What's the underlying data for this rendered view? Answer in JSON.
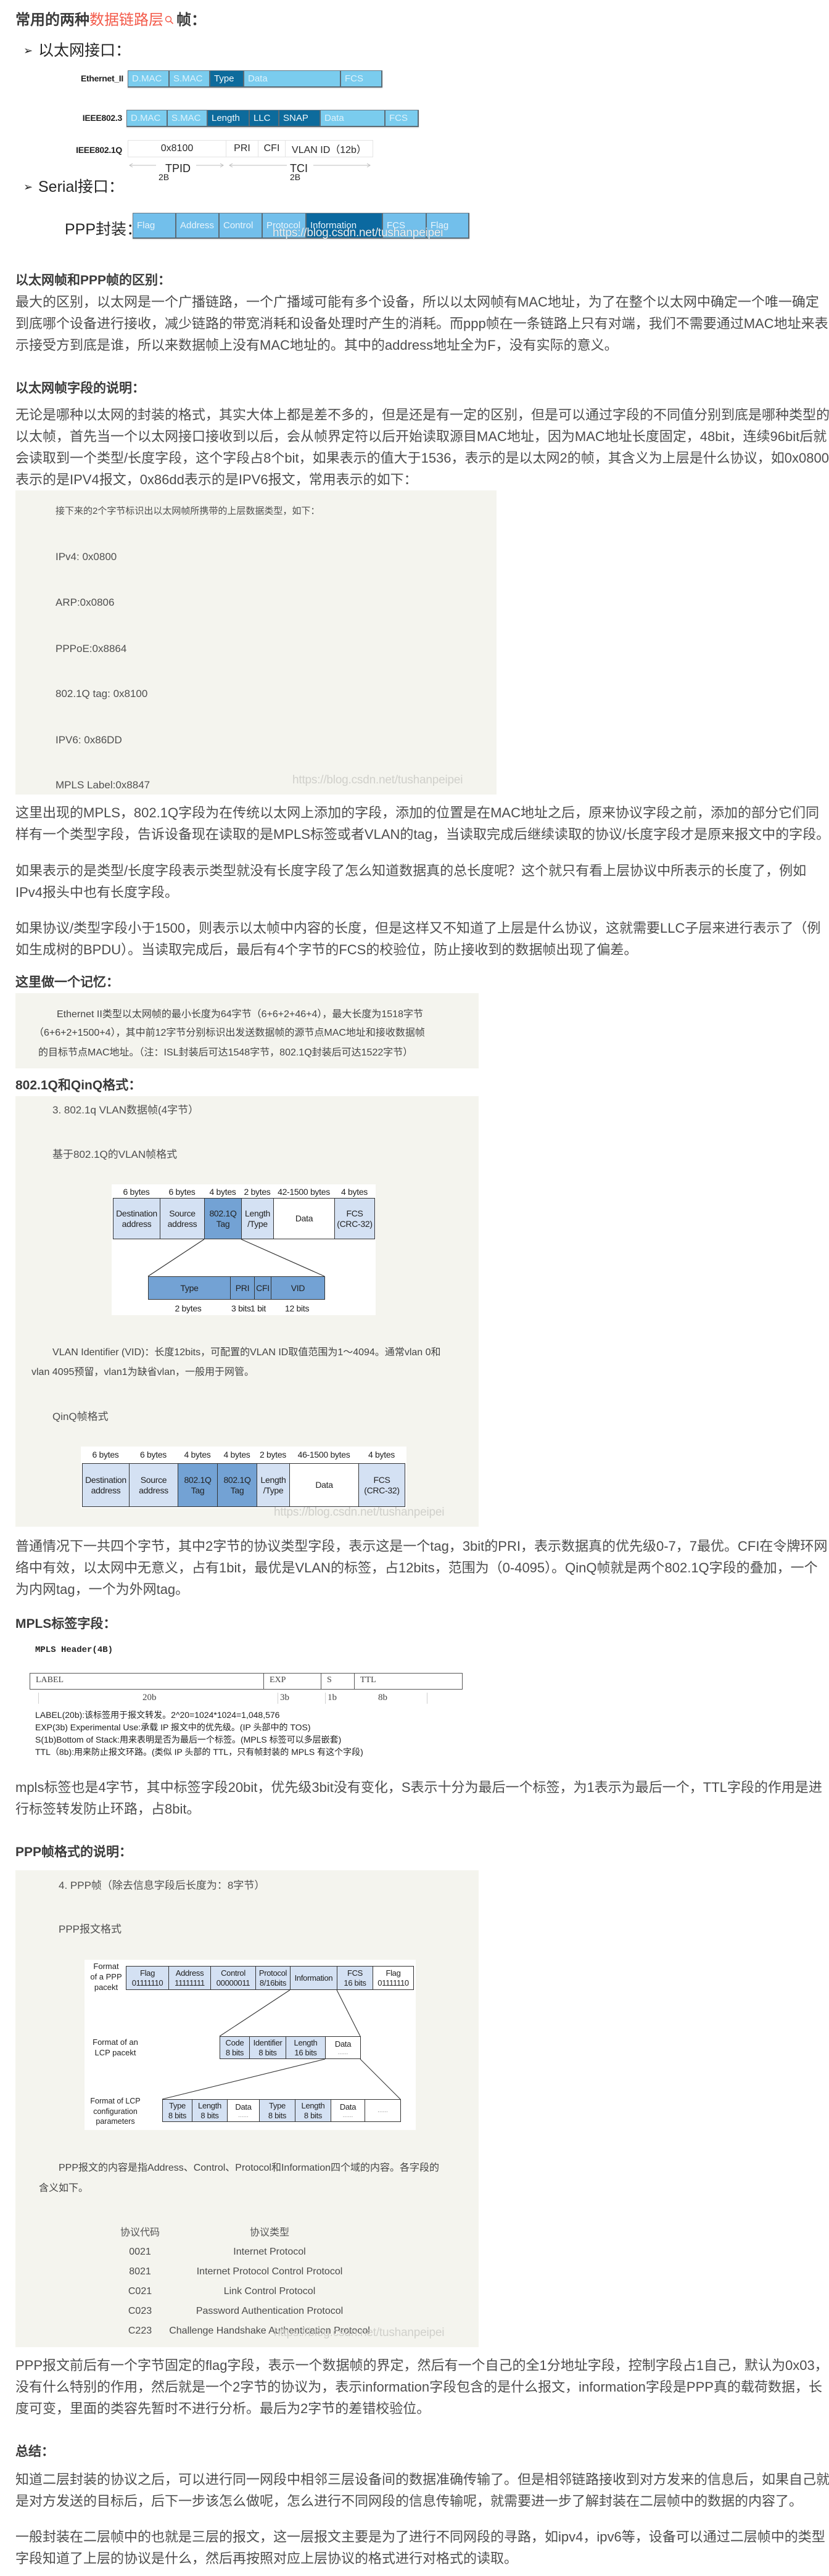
{
  "header": {
    "title_prefix": "常用的两种",
    "title_keyword": "数据链路层",
    "title_suffix": "帧：",
    "keyword_color": "#f35a4a",
    "keyword_icon": "search-icon"
  },
  "watermark": "https://blog.csdn.net/tushanpeipei",
  "frames_figure": {
    "bullet": "➢",
    "ethernet_heading": "以太网接口：",
    "serial_heading": "Serial接口：",
    "ethernet_ii": {
      "label": "Ethernet_II",
      "fields": [
        "D.MAC",
        "S.MAC",
        "Type",
        "Data",
        "FCS"
      ]
    },
    "ieee_8023": {
      "label": "IEEE802.3",
      "fields": [
        "D.MAC",
        "S.MAC",
        "Length",
        "LLC",
        "SNAP",
        "Data",
        "FCS"
      ]
    },
    "ieee_8021q": {
      "label": "IEEE802.1Q",
      "fields": [
        "0x8100",
        "PRI",
        "CFI",
        "VLAN ID（12b）"
      ],
      "tpid": {
        "name": "TPID",
        "size": "2B"
      },
      "tci": {
        "name": "TCI",
        "size": "2B"
      }
    },
    "ppp": {
      "label": "PPP封装：",
      "fields": [
        "Flag",
        "Address",
        "Control",
        "Protocol",
        "Information",
        "FCS",
        "Flag"
      ]
    },
    "colors": {
      "light": "#7accee",
      "dark": "#0d6b9c",
      "ppp_light": "#72bfeb",
      "ppp_dark": "#0b69a0"
    }
  },
  "section_difference": {
    "heading": "以太网帧和PPP帧的区别：",
    "lines": [
      "最大的区别，以太网是一个广播链路，一个广播域可能有多个设备，所以以太网帧有MAC地址，为了在整个以太网中确定一个唯一确定",
      "到底哪个设备进行接收，减少链路的带宽消耗和设备处理时产生的消耗。而ppp帧在一条链路上只有对端，我们不需要通过MAC地址来表",
      "示接受方到底是谁，所以来数据帧上没有MAC地址的。其中的address地址全为F，没有实际的意义。"
    ]
  },
  "section_fields": {
    "heading": "以太网帧字段的说明：",
    "lines": [
      "无论是哪种以太网的封装的格式，其实大体上都是差不多的，但是还是有一定的区别，但是可以通过字段的不同值分别到底是哪种类型的",
      "以太帧，首先当一个以太网接口接收到以后，会从帧界定符以后开始读取源目MAC地址，因为MAC地址长度固定，48bit，连续96bit后就",
      "会读取到一个类型/长度字段，这个字段占8个bit，如果表示的值大于1536，表示的是以太网2的帧，其含义为上层是什么协议，如0x0800",
      "表示的是IPV4报文，0x86dd表示的是IPV6报文，常用表示的如下："
    ],
    "type_figure": {
      "intro": "接下来的2个字节标识出以太网帧所携带的上层数据类型，如下：",
      "items": [
        "IPv4: 0x0800",
        "ARP:0x0806",
        "PPPoE:0x8864",
        "802.1Q tag: 0x8100",
        "IPV6: 0x86DD",
        "MPLS Label:0x8847"
      ]
    },
    "para_tags": [
      "这里出现的MPLS，802.1Q字段为在传统以太网上添加的字段，添加的位置是在MAC地址之后，原来协议字段之前，添加的部分它们同",
      "样有一个类型字段，告诉设备现在读取的是MPLS标签或者VLAN的tag，当读取完成后继续读取的协议/长度字段才是原来报文中的字段。"
    ],
    "para_length": [
      "如果表示的是类型/长度字段表示类型就没有长度字段了怎么知道数据真的总长度呢？这个就只有看上层协议中所表示的长度了，例如",
      "IPv4报头中也有长度字段。"
    ],
    "para_llc": [
      "如果协议/类型字段小于1500，则表示以太帧中内容的长度，但是这样又不知道了上层是什么协议，这就需要LLC子层来进行表示了（例",
      "如生成树的BPDU）。当读取完成后，最后有4个字节的FCS的校验位，防止接收到的数据帧出现了偏差。"
    ]
  },
  "section_memo": {
    "heading": "这里做一个记忆：",
    "lines": [
      "Ethernet II类型以太网帧的最小长度为64字节（6+6+2+46+4），最大长度为1518字节",
      "（6+6+2+1500+4），其中前12字节分别标识出发送数据帧的源节点MAC地址和接收数据帧",
      "的目标节点MAC地址。（注：ISL封装后可达1548字节，802.1Q封装后可达1522字节）"
    ]
  },
  "section_vlan": {
    "heading": "802.1Q和QinQ格式：",
    "figure_title": "3. 802.1q VLAN数据帧(4字节）",
    "figure_subtitle": "基于802.1Q的VLAN帧格式",
    "vlan_frame": {
      "sizes": [
        "6 bytes",
        "6 bytes",
        "4 bytes",
        "2 bytes",
        "42-1500 bytes",
        "4 bytes"
      ],
      "fields": [
        [
          "Destination",
          "address"
        ],
        [
          "Source",
          "address"
        ],
        [
          "802.1Q",
          "Tag"
        ],
        [
          "Length",
          "/Type"
        ],
        [
          "Data"
        ],
        [
          "FCS",
          "(CRC-32)"
        ]
      ]
    },
    "tag": {
      "fields": [
        "Type",
        "PRI",
        "CFI",
        "VID"
      ],
      "sizes": [
        "2 bytes",
        "3 bits",
        "1 bit",
        "12 bits"
      ]
    },
    "vid_lines": [
      "VLAN Identifier (VID)：长度12bits，可配置的VLAN ID取值范围为1～4094。通常vlan 0和",
      "vlan 4095预留，vlan1为缺省vlan，一般用于网管。"
    ],
    "qinq_title": "QinQ帧格式",
    "qinq_frame": {
      "sizes": [
        "6 bytes",
        "6 bytes",
        "4 bytes",
        "4 bytes",
        "2 bytes",
        "46-1500 bytes",
        "4 bytes"
      ],
      "fields": [
        [
          "Destination",
          "address"
        ],
        [
          "Source",
          "address"
        ],
        [
          "802.1Q",
          "Tag"
        ],
        [
          "802.1Q",
          "Tag"
        ],
        [
          "Length",
          "/Type"
        ],
        [
          "Data"
        ],
        [
          "FCS",
          "(CRC-32)"
        ]
      ]
    },
    "para": [
      "普通情况下一共四个字节，其中2字节的协议类型字段，表示这是一个tag，3bit的PRI，表示数据真的优先级0-7，7最优。CFI在令牌环网",
      "络中有效，以太网中无意义，占有1bit，最优是VLAN的标签，占12bits，范围为（0-4095）。QinQ帧就是两个802.1Q字段的叠加，一个",
      "为内网tag，一个为外网tag。"
    ]
  },
  "section_mpls": {
    "heading": "MPLS标签字段：",
    "header_title": "MPLS Header(4B)",
    "fields": [
      "LABEL",
      "EXP",
      "S",
      "TTL"
    ],
    "bits": [
      "20b",
      "3b",
      "1b",
      "8b"
    ],
    "descriptions": [
      "LABEL(20b):该标签用于报文转发。2^20=1024*1024=1,048,576",
      "EXP(3b) Experimental Use:承载 IP 报文中的优先级。(IP 头部中的 TOS)",
      "S(1b)Bottom of Stack:用来表明是否为最后一个标签。(MPLS 标签可以多层嵌套)",
      "TTL（8b):用来防止报文环路。(类似 IP 头部的 TTL，只有帧封装的 MPLS 有这个字段)"
    ],
    "para": [
      "mpls标签也是4字节，其中标签字段20bit，优先级3bit没有变化，S表示十分为最后一个标签，为1表示为最后一个，TTL字段的作用是进",
      "行标签转发防止环路，占8bit。"
    ]
  },
  "section_ppp": {
    "heading": "PPP帧格式的说明：",
    "figure_title": "4. PPP帧（除去信息字段后长度为：8字节）",
    "figure_subtitle": "PPP报文格式",
    "ppp_packet": {
      "label": [
        "Format",
        "of a PPP",
        "pacekt"
      ],
      "fields": [
        {
          "name": "Flag",
          "bits": "01111110"
        },
        {
          "name": "Address",
          "bits": "11111111"
        },
        {
          "name": "Control",
          "bits": "00000011"
        },
        {
          "name": "Protocol",
          "bits": "8/16bits"
        },
        {
          "name": "Information"
        },
        {
          "name": "FCS",
          "bits": "16 bits"
        },
        {
          "name": "Flag",
          "bits": "01111110"
        }
      ]
    },
    "lcp_packet": {
      "label": [
        "Format of an",
        "LCP pacekt"
      ],
      "fields": [
        {
          "name": "Code",
          "bits": "8 bits"
        },
        {
          "name": "Identifier",
          "bits": "8 bits"
        },
        {
          "name": "Length",
          "bits": "16 bits"
        },
        {
          "name": "Data",
          "bits": "......"
        }
      ]
    },
    "lcp_config": {
      "label": [
        "Format of LCP",
        "configuration",
        "parameters"
      ],
      "fields": [
        {
          "name": "Type",
          "bits": "8 bits"
        },
        {
          "name": "Length",
          "bits": "8 bits"
        },
        {
          "name": "Data",
          "bits": "......"
        },
        {
          "name": "Type",
          "bits": "8 bits"
        },
        {
          "name": "Length",
          "bits": "8 bits"
        },
        {
          "name": "Data",
          "bits": "......"
        },
        {
          "name": "......"
        }
      ]
    },
    "desc_lines": [
      "PPP报文的内容是指Address、Control、Protocol和Information四个域的内容。各字段的",
      "含义如下。"
    ],
    "table": {
      "headers": [
        "协议代码",
        "协议类型"
      ],
      "rows": [
        [
          "0021",
          "Internet Protocol"
        ],
        [
          "8021",
          "Internet Protocol Control Protocol"
        ],
        [
          "C021",
          "Link Control Protocol"
        ],
        [
          "C023",
          "Password Authentication Protocol"
        ],
        [
          "C223",
          "Challenge Handshake Authentication Protocol"
        ]
      ]
    },
    "para": [
      "PPP报文前后有一个字节固定的flag字段，表示一个数据帧的界定，然后有一个自己的全1分地址字段，控制字段占1自己，默认为0x03，",
      "没有什么特别的作用，然后就是一个2字节的协议为，表示information字段包含的是什么报文，information字段是PPP真的载荷数据，长",
      "度可变，里面的类容先暂时不进行分析。最后为2字节的差错校验位。"
    ]
  },
  "section_summary": {
    "heading": "总结：",
    "para1": [
      "知道二层封装的协议之后，可以进行同一网段中相邻三层设备间的数据准确传输了。但是相邻链路接收到对方发来的信息后，如果自己就",
      "是对方发送的目标后，后下一步该怎么做呢，怎么进行不同网段的信息传输呢，就需要进一步了解封装在二层帧中的数据的内容了。"
    ],
    "para2": [
      "一般封装在二层帧中的也就是三层的报文，这一层报文主要是为了进行不同网段的寻路，如ipv4，ipv6等，设备可以通过二层帧中的类型",
      "字段知道了上层的协议是什么，然后再按照对应上层协议的格式进行对格式的读取。"
    ]
  }
}
